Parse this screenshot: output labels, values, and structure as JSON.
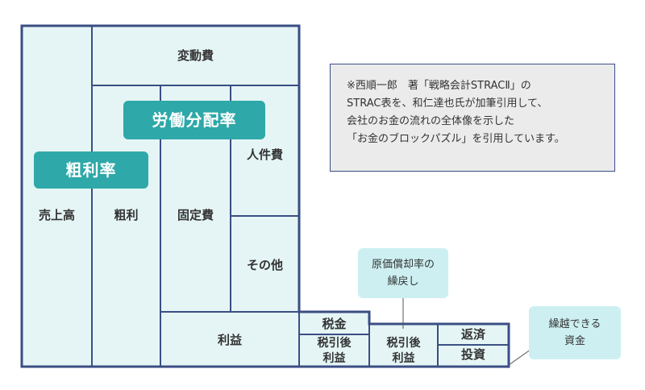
{
  "labels": {
    "variable_cost": "変動費",
    "sales": "売上高",
    "gross_profit": "粗利",
    "fixed_cost": "固定費",
    "personnel": "人件費",
    "other": "その他",
    "profit": "利益",
    "tax": "税金",
    "after_tax_line1": "税引後",
    "after_tax_line2": "利益",
    "after_tax2_line1": "税引後",
    "after_tax2_line2": "利益",
    "repayment": "返済",
    "investment": "投資"
  },
  "badges": {
    "gross_margin": "粗利率",
    "labor_share": "労働分配率"
  },
  "callouts": {
    "depreciation_line1": "原価償却率の",
    "depreciation_line2": "繰戻し",
    "carry_over_line1": "繰越できる",
    "carry_over_line2": "資金"
  },
  "note": {
    "line1": "※西順一郎　著「戦略会計STRACⅡ」の",
    "line2": "STRAC表を、和仁達也氏が加筆引用して、",
    "line3": "会社のお金の流れの全体像を示した",
    "line4": "「お金のブロックパズル」を引用しています。"
  },
  "colors": {
    "block_fill": "#e5f5f5",
    "border": "#3a4e84",
    "badge": "#2ea8a8",
    "callout": "#cdeff1"
  }
}
